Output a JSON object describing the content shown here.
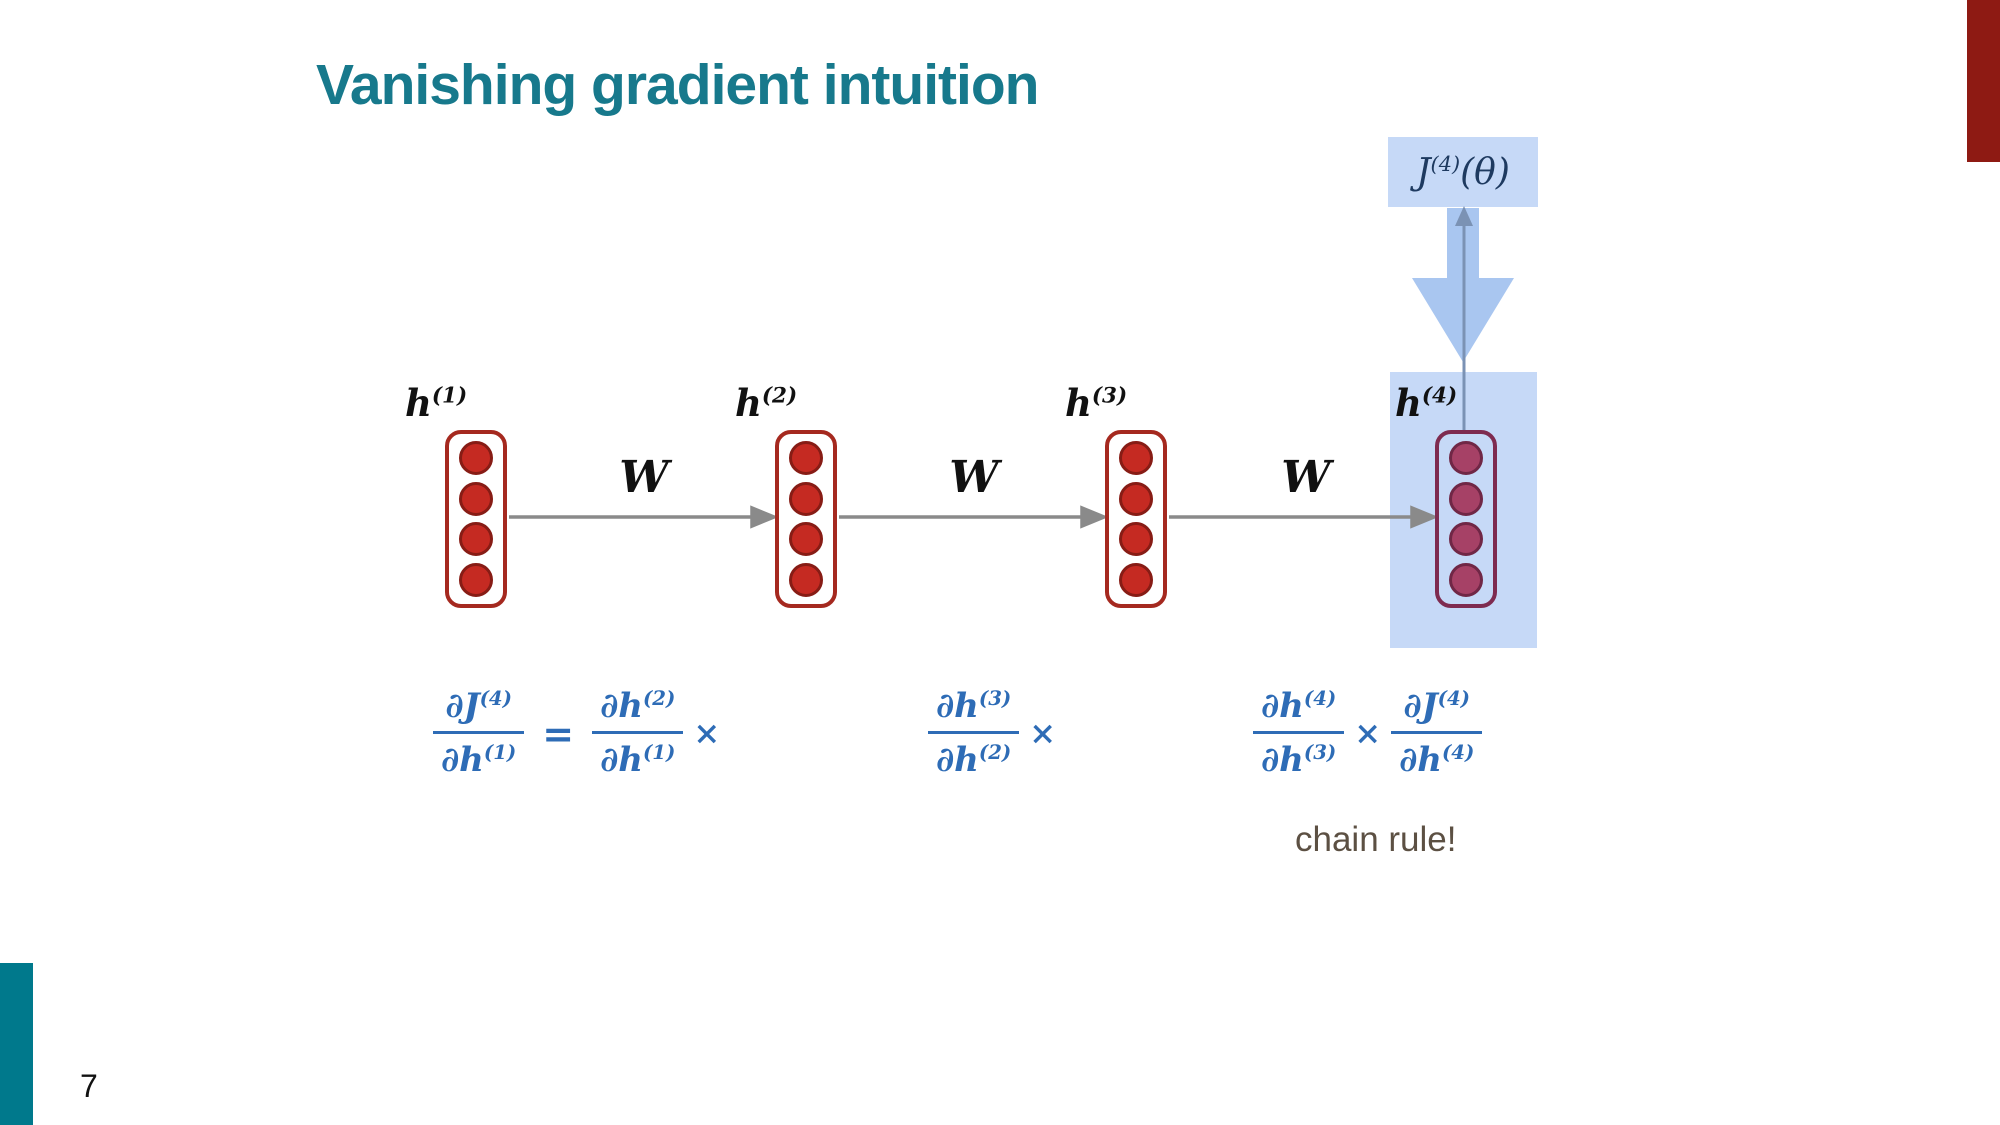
{
  "slide": {
    "title": "Vanishing gradient intuition",
    "page_number": "7"
  },
  "colors": {
    "title_teal": "#17798c",
    "accent_bar_red": "#8e1a13",
    "accent_bar_teal": "#00798c",
    "vector_border_red": "#a5291f",
    "node_fill_red": "#c52a22",
    "node_stroke_red": "#871c15",
    "highlighted_vector_border": "#7e2b50",
    "highlighted_node_fill": "#a64166",
    "highlight_blue": "#c6d9f7",
    "big_arrow_blue": "#a9c6f0",
    "thin_arrow_blue": "#7b92b4",
    "flow_arrow_gray": "#8a8a8a",
    "loss_text_navy": "#1e3a60",
    "formula_blue": "#2e6cb6",
    "note_brown": "#5c5043"
  },
  "diagram": {
    "loss": {
      "base": "J",
      "sup": "(4)",
      "arg": "(θ)"
    },
    "layers": [
      {
        "base": "h",
        "sup": "(1)"
      },
      {
        "base": "h",
        "sup": "(2)"
      },
      {
        "base": "h",
        "sup": "(3)"
      },
      {
        "base": "h",
        "sup": "(4)"
      }
    ],
    "weights": [
      "W",
      "W",
      "W"
    ],
    "nodes_per_layer": 4
  },
  "equation": {
    "lhs": {
      "num_base": "∂J",
      "num_sup": "(4)",
      "den_base": "∂h",
      "den_sup": "(1)"
    },
    "equals": "=",
    "factors": [
      {
        "num_base": "∂h",
        "num_sup": "(2)",
        "den_base": "∂h",
        "den_sup": "(1)",
        "op": "×"
      },
      {
        "num_base": "∂h",
        "num_sup": "(3)",
        "den_base": "∂h",
        "den_sup": "(2)",
        "op": "×"
      },
      {
        "num_base": "∂h",
        "num_sup": "(4)",
        "den_base": "∂h",
        "den_sup": "(3)",
        "op": "×"
      },
      {
        "num_base": "∂J",
        "num_sup": "(4)",
        "den_base": "∂h",
        "den_sup": "(4)"
      }
    ],
    "note": "chain rule!"
  }
}
